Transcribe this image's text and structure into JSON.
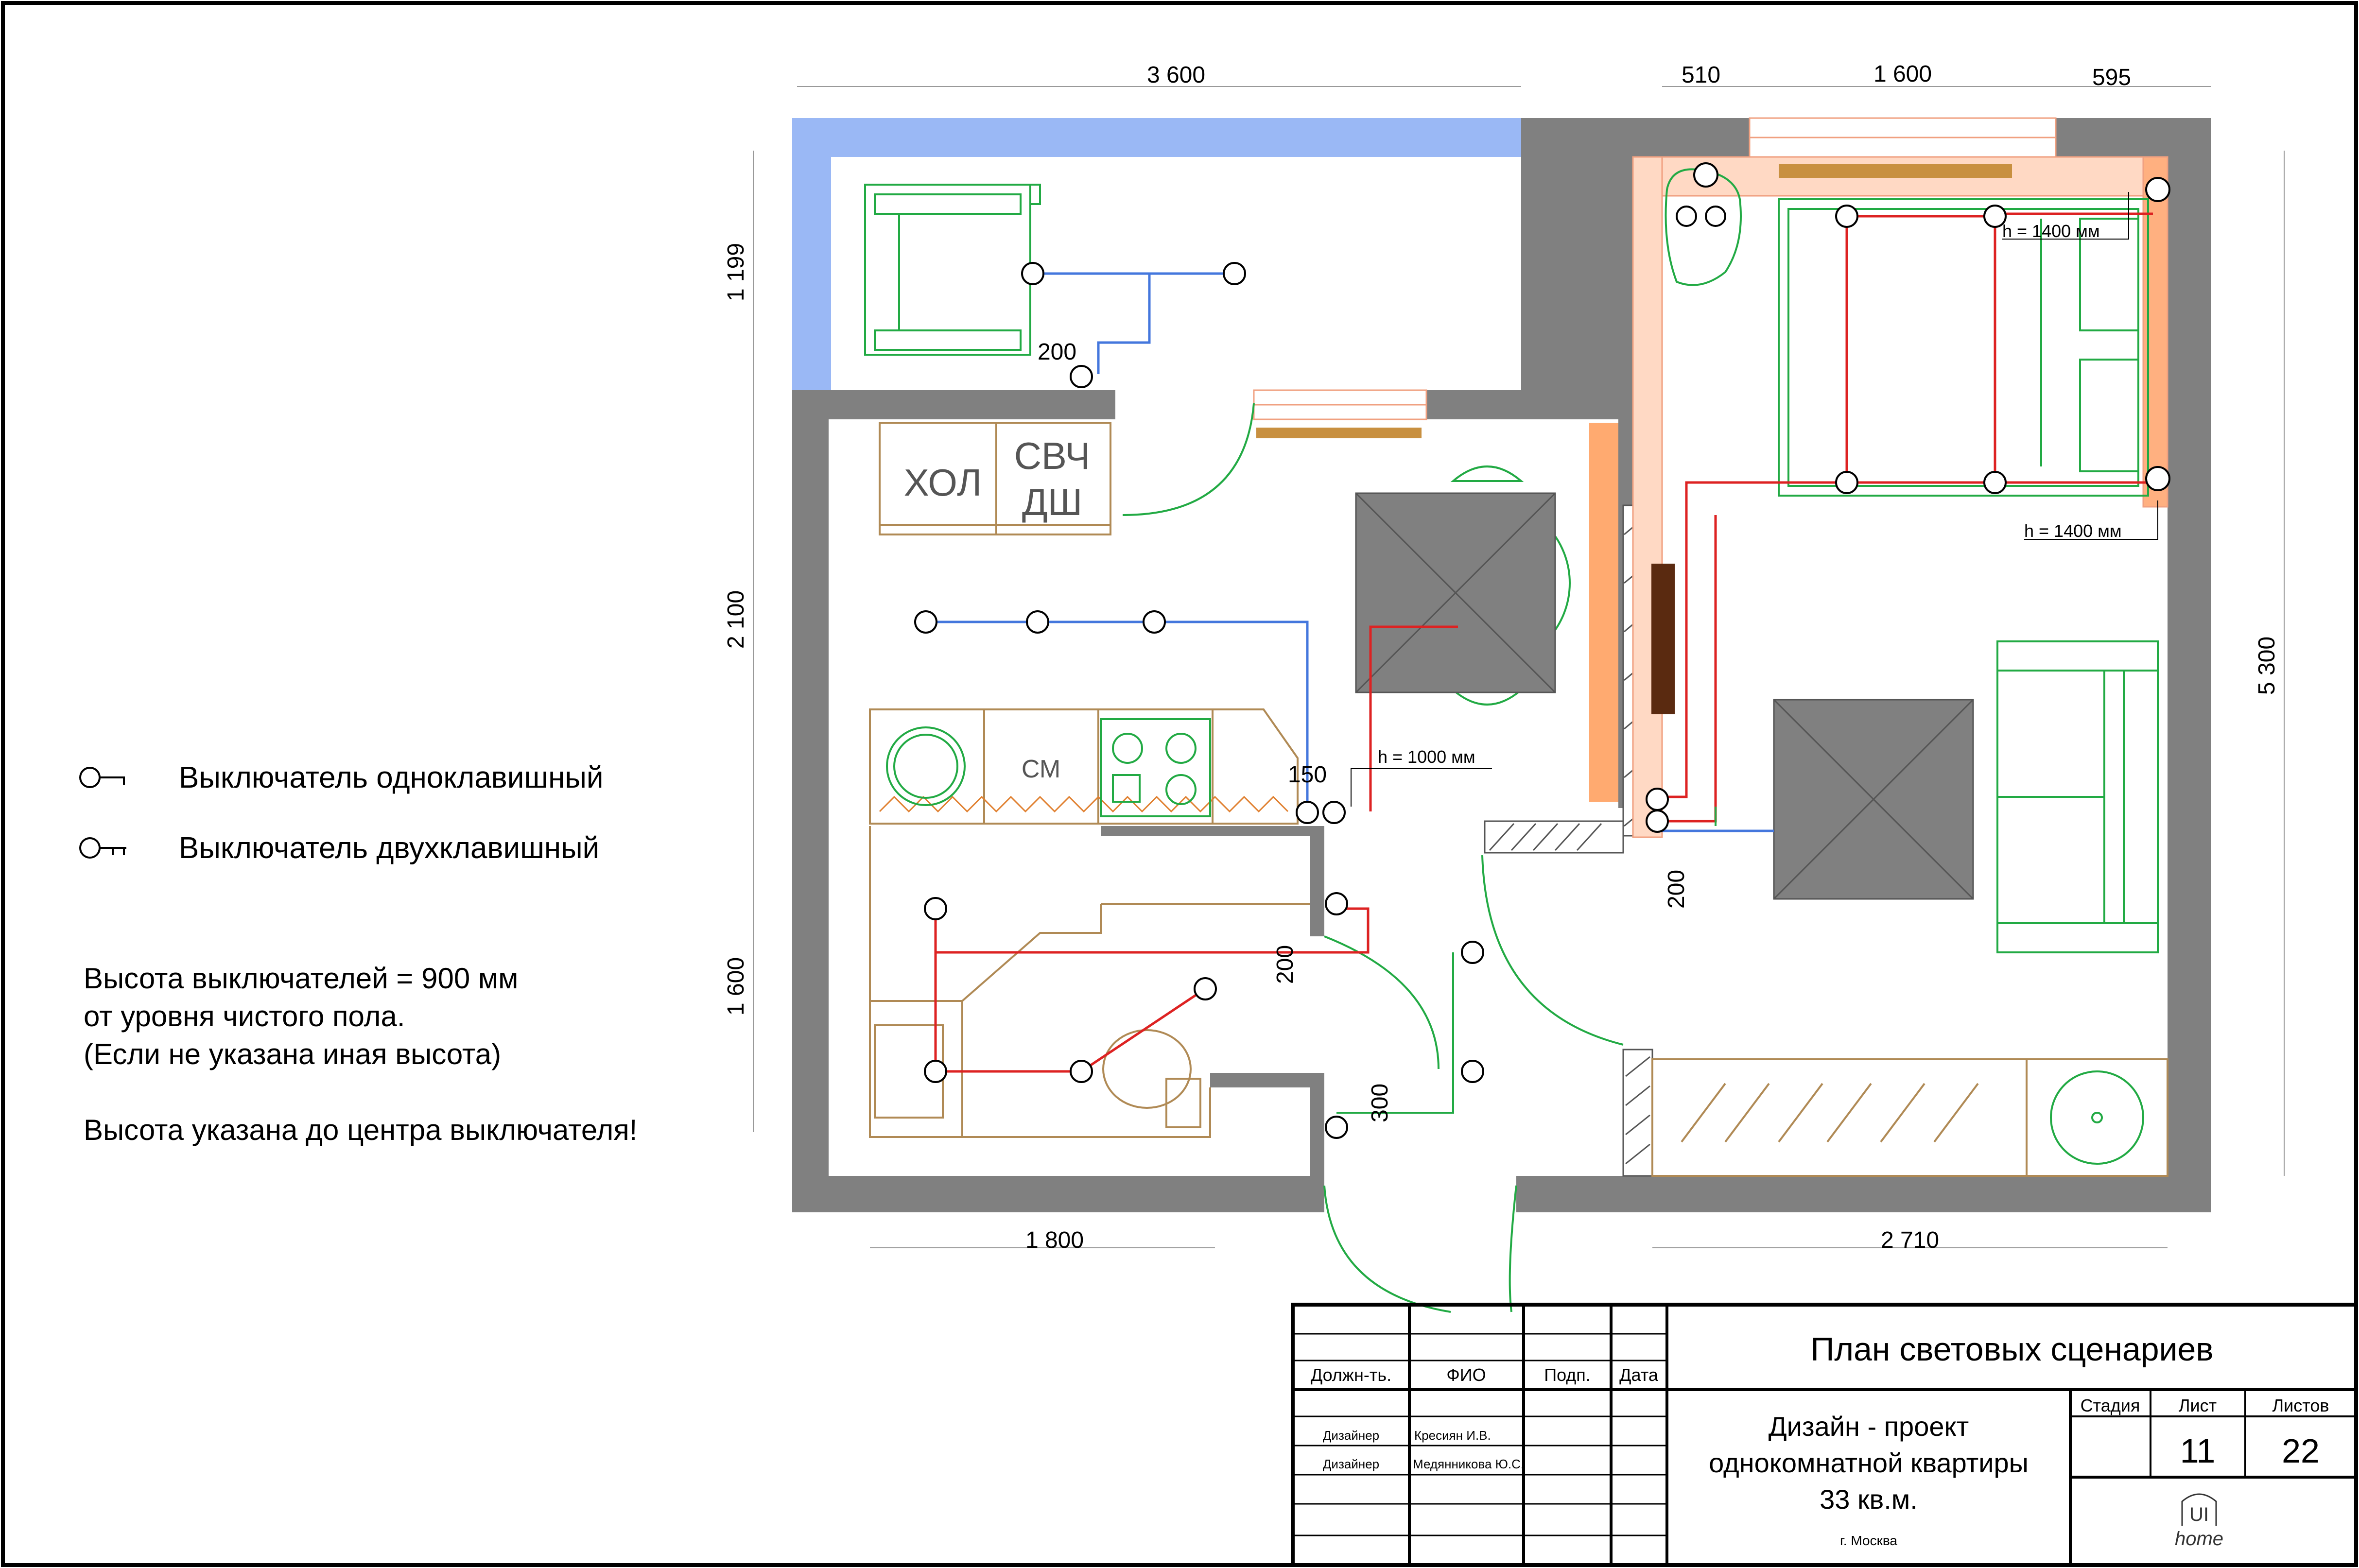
{
  "legend": {
    "single_switch": "Выключатель одноклавишный",
    "double_switch": "Выключатель двухклавишный"
  },
  "notes": {
    "line1": "Высота выключателей = 900 мм",
    "line2": "от уровня чистого пола.",
    "line3": "(Если не указана иная высота)",
    "line4": "Высота указана до центра выключателя!"
  },
  "dimensions": {
    "top_left": "3 600",
    "top_a": "510",
    "top_b": "1 600",
    "top_c": "595",
    "left_a": "1 199",
    "left_b": "2 100",
    "left_c": "1 600",
    "right": "5 300",
    "bottom_left": "1 800",
    "bottom_right": "2 710",
    "d200_a": "200",
    "d150": "150",
    "d200_b": "200",
    "d200_c": "200",
    "d300": "300"
  },
  "heights": {
    "h1400_top": "h = 1400 мм",
    "h1400_bottom": "h = 1400 мм",
    "h1000": "h = 1000 мм"
  },
  "appliances": {
    "fridge": "ХОЛ",
    "microwave": "СВЧ",
    "dishwasher": "ДШ",
    "washer": "СМ"
  },
  "title_block": {
    "col_position": "Должн-ть.",
    "col_name": "ФИО",
    "col_sign": "Подп.",
    "col_date": "Дата",
    "role1": "Дизайнер",
    "name1": "Кресиян И.В.",
    "role2": "Дизайнер",
    "name2": "Медянникова Ю.С.",
    "sheet_title": "План световых сценариев",
    "project_line1": "Дизайн - проект",
    "project_line2": "однокомнатной квартиры",
    "project_line3": "33 кв.м.",
    "city": "г. Москва",
    "stage_label": "Стадия",
    "sheet_label": "Лист",
    "sheets_label": "Листов",
    "stage_value": "",
    "sheet_value": "11",
    "sheets_value": "22",
    "logo": "UI home"
  }
}
